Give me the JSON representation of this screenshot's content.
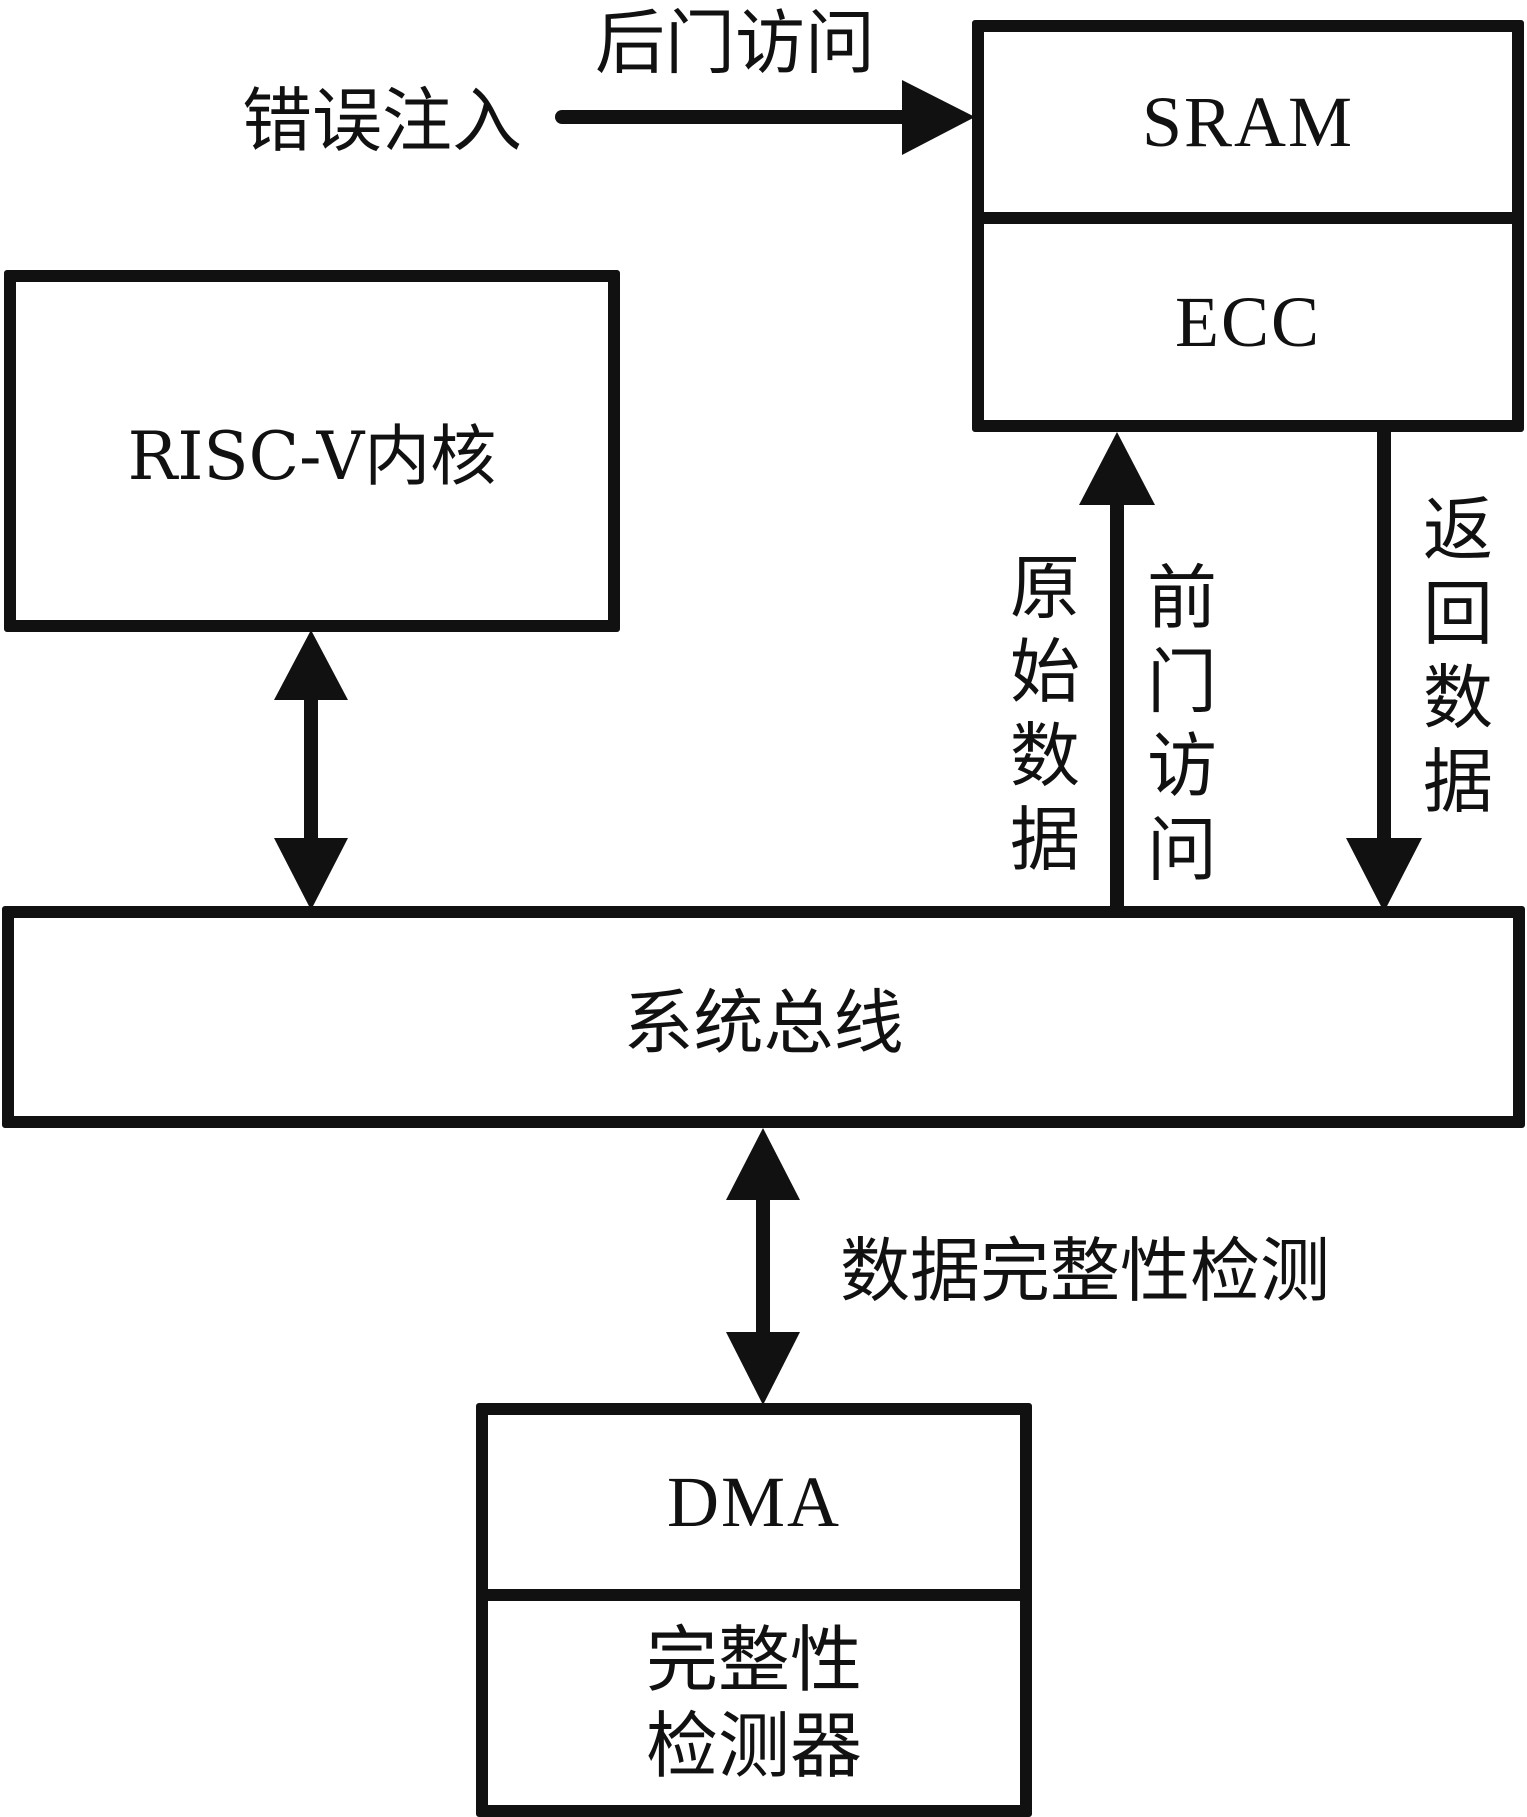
{
  "diagram": {
    "nodes": {
      "sram": {
        "label": "SRAM"
      },
      "ecc": {
        "label": "ECC"
      },
      "riscv_core": {
        "label": "RISC-V内核"
      },
      "system_bus": {
        "label": "系统总线"
      },
      "dma": {
        "label": "DMA"
      },
      "integrity_detector": {
        "label_line1": "完整性",
        "label_line2": "检测器"
      }
    },
    "edges": {
      "error_injection": {
        "label": "错误注入",
        "direction": "to SRAM"
      },
      "backdoor_access": {
        "label": "后门访问"
      },
      "raw_data": {
        "label": "原始数据",
        "direction": "bus to ECC"
      },
      "frontdoor_access": {
        "label": "前门访问"
      },
      "return_data": {
        "label": "返回数据",
        "direction": "ECC to bus"
      },
      "riscv_bus": {
        "direction": "bidirectional"
      },
      "data_integrity_check": {
        "label": "数据完整性检测",
        "direction": "bidirectional"
      }
    },
    "colors": {
      "stroke": "#111111",
      "background": "#ffffff"
    }
  }
}
